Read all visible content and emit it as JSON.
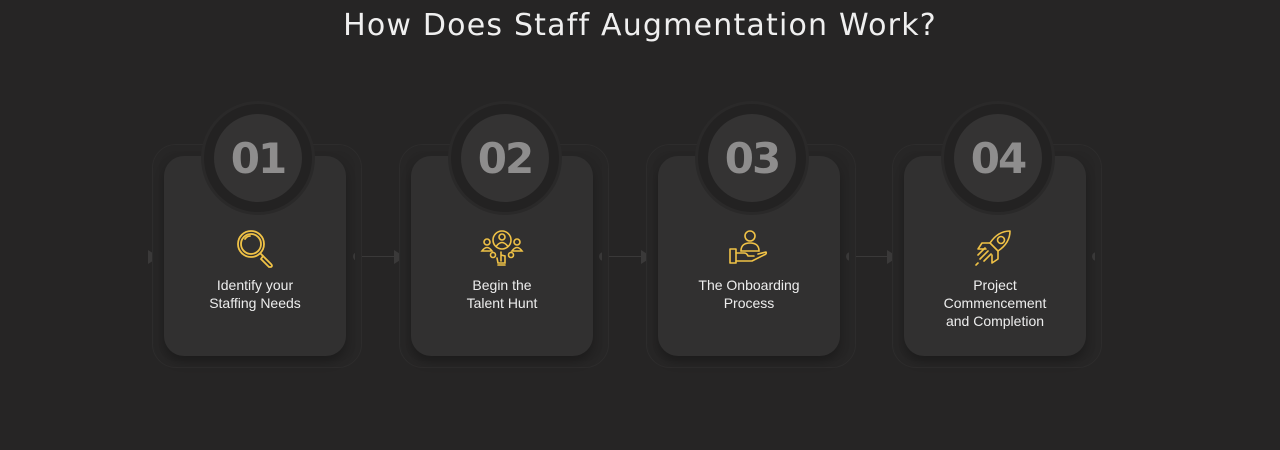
{
  "page": {
    "title": "How Does Staff Augmentation Work?"
  },
  "colors": {
    "background": "#262525",
    "card": "#313030",
    "number": "#8e8d8d",
    "icon_accent": "#f0c246",
    "text": "#ededed"
  },
  "steps": [
    {
      "number": "01",
      "icon": "magnifying-glass-icon",
      "label_lines": [
        "Identify your",
        "Staffing Needs"
      ]
    },
    {
      "number": "02",
      "icon": "team-search-icon",
      "label_lines": [
        "Begin the",
        "Talent Hunt"
      ]
    },
    {
      "number": "03",
      "icon": "onboarding-hand-icon",
      "label_lines": [
        "The Onboarding",
        "Process"
      ]
    },
    {
      "number": "04",
      "icon": "rocket-icon",
      "label_lines": [
        "Project",
        "Commencement",
        "and Completion"
      ]
    }
  ]
}
